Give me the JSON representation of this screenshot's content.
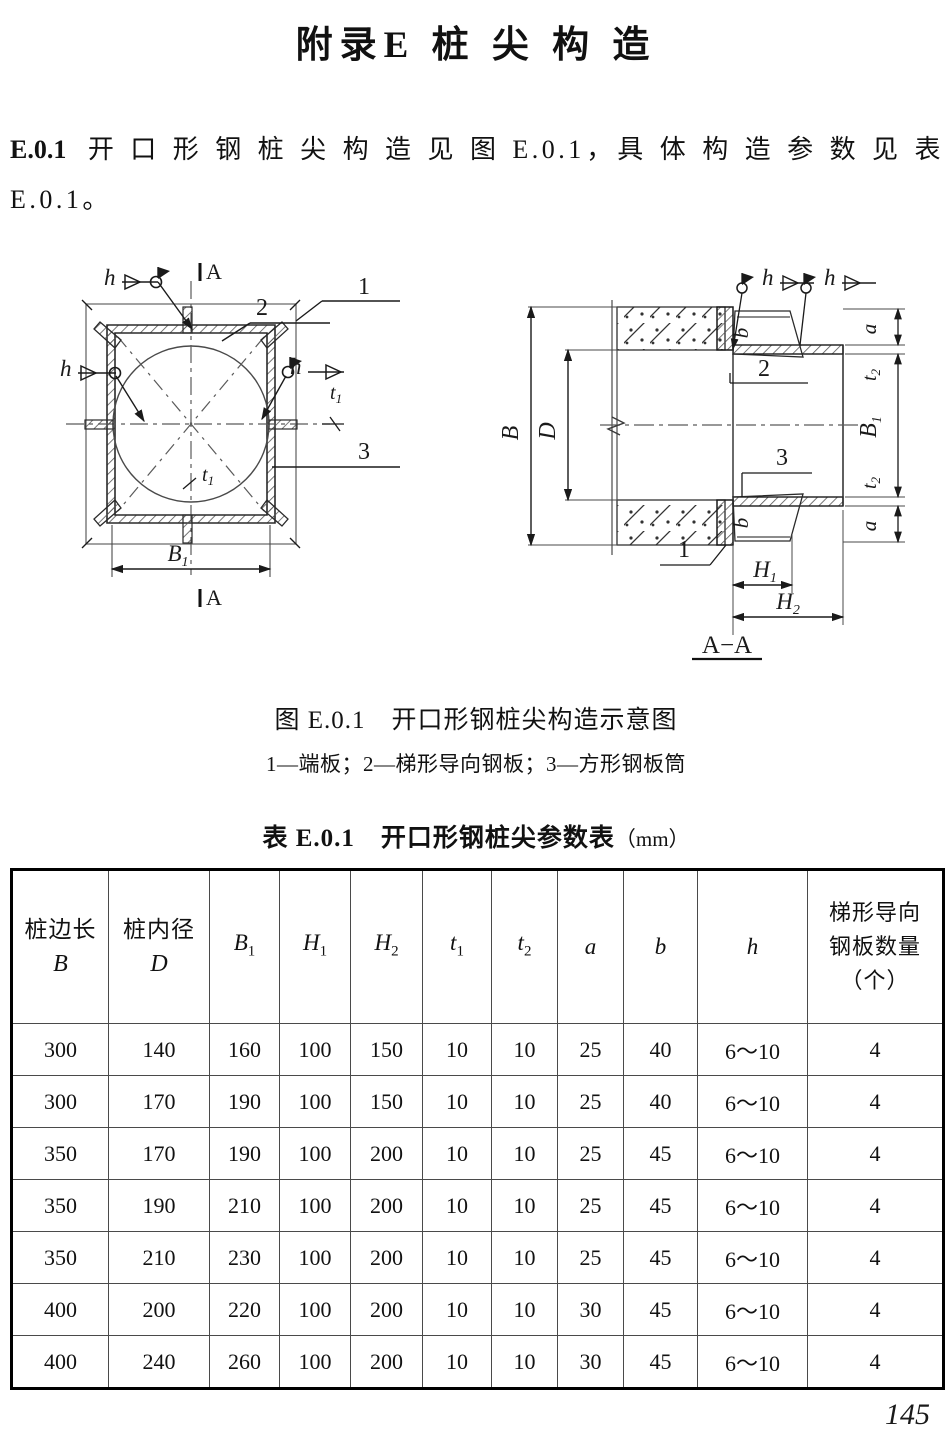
{
  "heading": {
    "title": "附录E  桩 尖 构 造"
  },
  "clause": {
    "number": "E.0.1",
    "text": "开 口 形 钢 桩 尖 构 造 见 图 E.0.1，具 体 构 造 参 数 见 表 E.0.1。"
  },
  "figure": {
    "caption_label": "图 E.0.1",
    "caption_text": "开口形钢桩尖构造示意图",
    "legend": "1—端板；2—梯形导向钢板；3—方形钢板筒",
    "section_label": "A−A",
    "plan_view": {
      "section_mark_top": "A",
      "section_mark_bottom": "A",
      "callouts": [
        "1",
        "2",
        "3"
      ],
      "weld_labels": [
        "h",
        "h",
        "h"
      ],
      "dimension_labels": [
        "B",
        "t"
      ],
      "dim_b1": "B",
      "dim_b1_sub": "1",
      "thickness": "t",
      "thickness_sub": "1"
    },
    "section_view": {
      "dim_b": "B",
      "dim_d": "D",
      "dim_b1": "B",
      "dim_b1_sub": "1",
      "dim_h1": "H",
      "dim_h1_sub": "1",
      "dim_h2": "H",
      "dim_h2_sub": "2",
      "dim_t2": "t",
      "dim_t2_sub": "2",
      "dim_a": "a",
      "dim_b_small": "b",
      "weld_labels": [
        "h",
        "h"
      ],
      "callouts": [
        "1",
        "2",
        "3"
      ]
    }
  },
  "table": {
    "caption_label": "表 E.0.1",
    "caption_text": "开口形钢桩尖参数表",
    "caption_unit": "（mm）",
    "headers": [
      {
        "cn": "桩边长",
        "sym": "B"
      },
      {
        "cn": "桩内径",
        "sym": "D"
      },
      {
        "sym": "B",
        "sub": "1"
      },
      {
        "sym": "H",
        "sub": "1"
      },
      {
        "sym": "H",
        "sub": "2"
      },
      {
        "sym": "t",
        "sub": "1"
      },
      {
        "sym": "t",
        "sub": "2"
      },
      {
        "sym": "a"
      },
      {
        "sym": "b"
      },
      {
        "sym": "h"
      },
      {
        "lines": [
          "梯形导向",
          "钢板数量",
          "（个）"
        ]
      }
    ],
    "rows": [
      [
        "300",
        "140",
        "160",
        "100",
        "150",
        "10",
        "10",
        "25",
        "40",
        "6～10",
        "4"
      ],
      [
        "300",
        "170",
        "190",
        "100",
        "150",
        "10",
        "10",
        "25",
        "40",
        "6～10",
        "4"
      ],
      [
        "350",
        "170",
        "190",
        "100",
        "200",
        "10",
        "10",
        "25",
        "45",
        "6～10",
        "4"
      ],
      [
        "350",
        "190",
        "210",
        "100",
        "200",
        "10",
        "10",
        "25",
        "45",
        "6～10",
        "4"
      ],
      [
        "350",
        "210",
        "230",
        "100",
        "200",
        "10",
        "10",
        "25",
        "45",
        "6～10",
        "4"
      ],
      [
        "400",
        "200",
        "220",
        "100",
        "200",
        "10",
        "10",
        "30",
        "45",
        "6～10",
        "4"
      ],
      [
        "400",
        "240",
        "260",
        "100",
        "200",
        "10",
        "10",
        "30",
        "45",
        "6～10",
        "4"
      ]
    ]
  },
  "footer": {
    "page_number": "145"
  },
  "colors": {
    "ink": "#111111",
    "rule": "#4a4a4a",
    "border": "#000000",
    "hatch": "#555555"
  }
}
